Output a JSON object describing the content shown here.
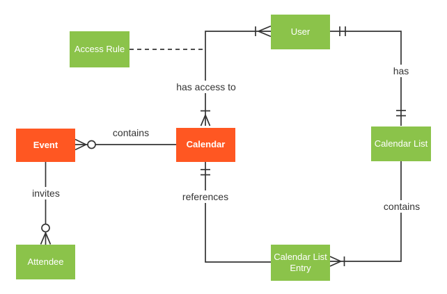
{
  "diagram": {
    "kind": "entity-relationship-diagram",
    "notation": "crows-foot",
    "background": "#ffffff"
  },
  "colors": {
    "entity_green": "#8BC34A",
    "entity_orange": "#FF5722",
    "entity_text": "#ffffff",
    "line": "#333333",
    "label_text": "#333333"
  },
  "entities": [
    {
      "id": "access-rule",
      "label": "Access Rule",
      "color": "green"
    },
    {
      "id": "user",
      "label": "User",
      "color": "green"
    },
    {
      "id": "event",
      "label": "Event",
      "color": "orange"
    },
    {
      "id": "calendar",
      "label": "Calendar",
      "color": "orange"
    },
    {
      "id": "calendar-list",
      "label": "Calendar List",
      "color": "green"
    },
    {
      "id": "attendee",
      "label": "Attendee",
      "color": "green"
    },
    {
      "id": "calendar-list-entry",
      "label": "Calendar List Entry",
      "color": "green"
    }
  ],
  "relationships": [
    {
      "label": "has access to",
      "from": "Calendar",
      "to": "User",
      "from_cardinality": "one-or-many",
      "to_cardinality": "one-or-many",
      "style": "solid"
    },
    {
      "label": "has",
      "from": "User",
      "to": "Calendar List",
      "from_cardinality": "exactly-one",
      "to_cardinality": "exactly-one",
      "style": "solid"
    },
    {
      "label": "contains",
      "from": "Event",
      "to": "Calendar",
      "from_cardinality": "zero-or-many",
      "to_cardinality": "none",
      "style": "solid"
    },
    {
      "label": "invites",
      "from": "Event",
      "to": "Attendee",
      "from_cardinality": "none",
      "to_cardinality": "zero-or-many",
      "style": "solid"
    },
    {
      "label": "references",
      "from": "Calendar",
      "to": "Calendar List Entry",
      "from_cardinality": "exactly-one",
      "to_cardinality": "none",
      "style": "solid"
    },
    {
      "label": "contains",
      "from": "Calendar List",
      "to": "Calendar List Entry",
      "from_cardinality": "none",
      "to_cardinality": "one-or-many",
      "style": "solid"
    },
    {
      "label": "",
      "from": "Access Rule",
      "to": "has access to (relationship line)",
      "from_cardinality": "none",
      "to_cardinality": "none",
      "style": "dashed"
    }
  ]
}
